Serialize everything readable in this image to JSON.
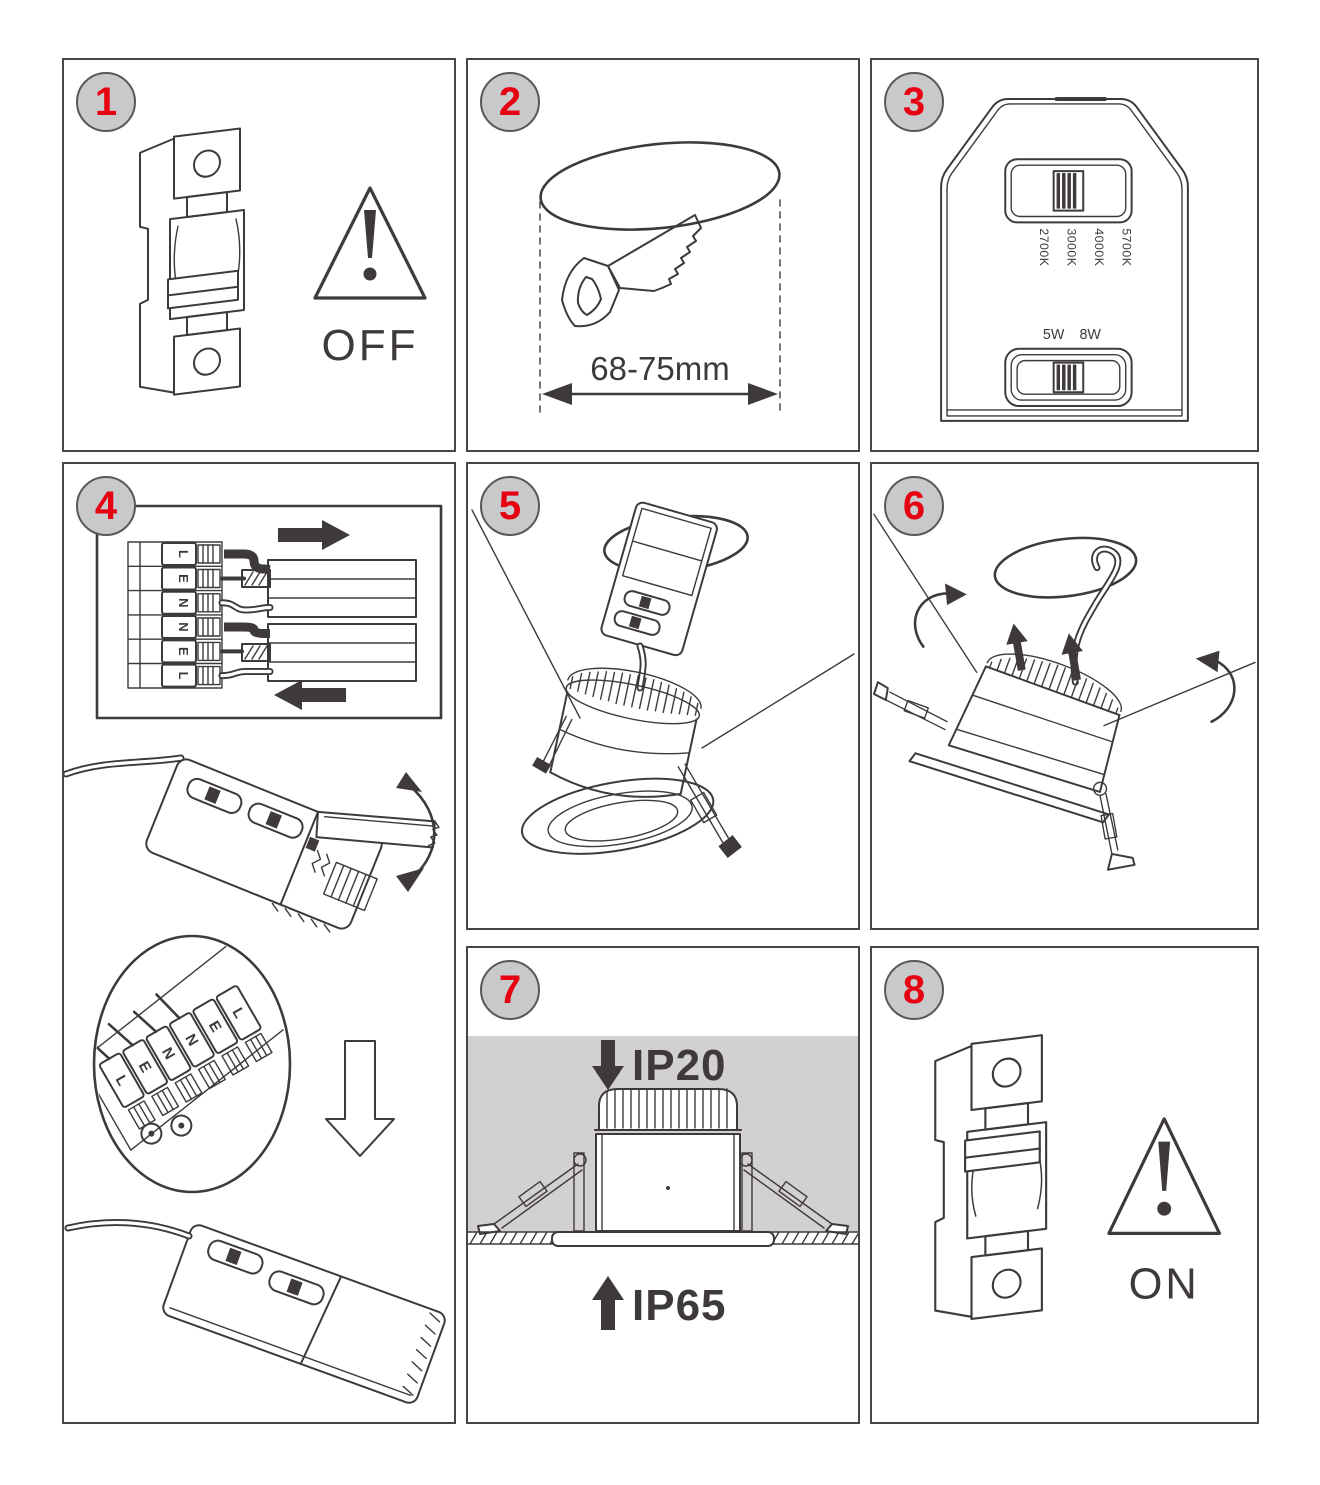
{
  "colors": {
    "line": "#3f3a3a",
    "accent_red": "#e60012",
    "badge_fill": "#c8c9ca",
    "badge_border": "#58585a",
    "panel_border": "#4a4545",
    "ceiling_gray": "#d2d0d0",
    "background": "#ffffff"
  },
  "steps": [
    {
      "number": "1",
      "caption": "OFF"
    },
    {
      "number": "2",
      "dimension_label": "68-75mm"
    },
    {
      "number": "3",
      "cct_labels": [
        "2700K",
        "3000K",
        "4000K",
        "5700K"
      ],
      "power_labels": [
        "5W",
        "8W"
      ]
    },
    {
      "number": "4",
      "terminal_labels": [
        "L",
        "E",
        "N",
        "N",
        "E",
        "L"
      ],
      "detail_terminal_labels": [
        "L",
        "E",
        "N",
        "N",
        "E",
        "L"
      ]
    },
    {
      "number": "5"
    },
    {
      "number": "6"
    },
    {
      "number": "7",
      "ip_top_label": "IP20",
      "ip_bottom_label": "IP65"
    },
    {
      "number": "8",
      "caption": "ON"
    }
  ]
}
